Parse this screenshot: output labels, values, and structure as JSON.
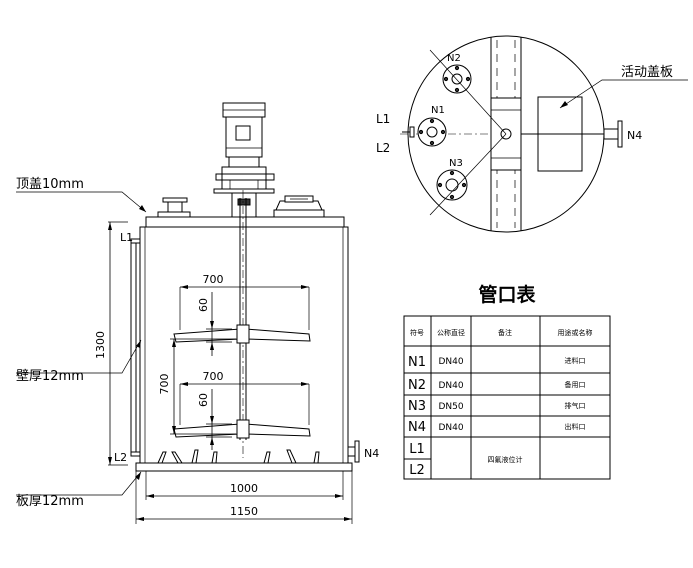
{
  "front_view": {
    "label_top_cover": "顶盖10mm",
    "label_wall": "壁厚12mm",
    "label_plate": "板厚12mm",
    "label_l1": "L1",
    "label_l2": "L2",
    "label_n4": "N4",
    "dim_height": "1300",
    "dim_blade_width_1": "700",
    "dim_blade_width_2": "700",
    "dim_blade_height_1": "60",
    "dim_blade_height_2": "60",
    "dim_blade_spacing": "700",
    "dim_inner_width": "1000",
    "dim_outer_width": "1150"
  },
  "top_view": {
    "label_n1": "N1",
    "label_n2": "N2",
    "label_n3": "N3",
    "label_n4": "N4",
    "label_l1": "L1",
    "label_l2": "L2",
    "label_cover": "活动盖板"
  },
  "nozzle_table": {
    "title": "管口表",
    "headers": [
      "符号",
      "公称直径",
      "备注",
      "用途或名称"
    ],
    "rows": [
      {
        "symbol": "N1",
        "dn": "DN40",
        "note": "",
        "use": "进料口"
      },
      {
        "symbol": "N2",
        "dn": "DN40",
        "note": "",
        "use": "备用口"
      },
      {
        "symbol": "N3",
        "dn": "DN50",
        "note": "",
        "use": "排气口"
      },
      {
        "symbol": "N4",
        "dn": "DN40",
        "note": "",
        "use": "出料口"
      },
      {
        "symbol": "L1",
        "dn": "",
        "note": "",
        "use": ""
      },
      {
        "symbol": "L2",
        "dn": "",
        "note": "",
        "use": ""
      }
    ],
    "level_gauge": "四氟液位计"
  }
}
